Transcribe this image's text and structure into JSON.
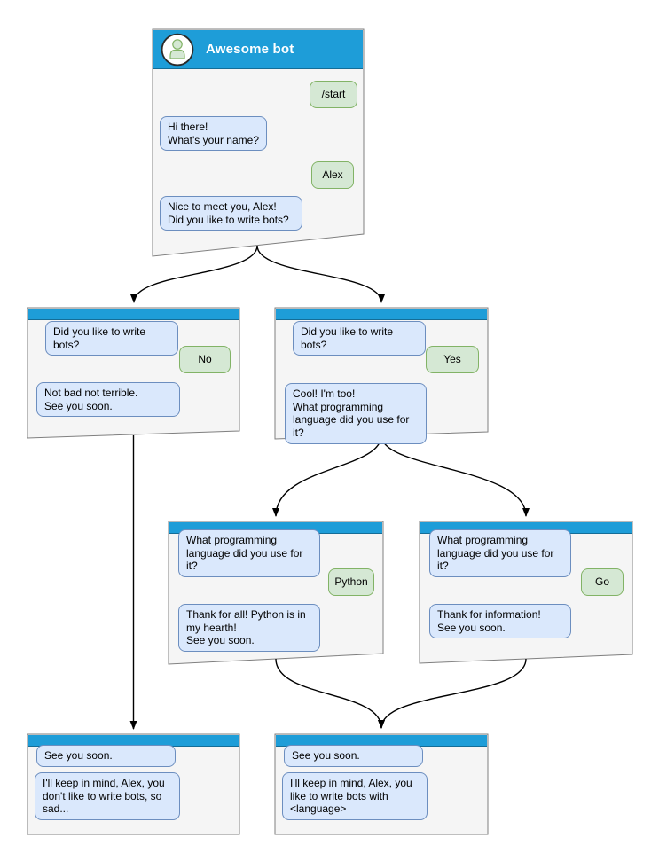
{
  "colors": {
    "accent": "#1e9dd8",
    "window_fill": "#f5f5f5",
    "window_border": "#7f7f7f",
    "bot_bubble_fill": "#dae8fc",
    "bot_bubble_border": "#6c8ebf",
    "user_bubble_fill": "#d5e8d4",
    "user_bubble_border": "#82b366",
    "edge": "#000000",
    "title_text": "#ffffff"
  },
  "windows": [
    {
      "title": "Awesome bot",
      "avatar_icon": "person-icon",
      "messages": [
        {
          "side": "user",
          "text": "/start"
        },
        {
          "side": "bot",
          "text": "Hi there!\nWhat's your name?"
        },
        {
          "side": "user",
          "text": "Alex"
        },
        {
          "side": "bot",
          "text": "Nice to meet you, Alex!\nDid you like to write bots?"
        }
      ]
    },
    {
      "messages": [
        {
          "side": "bot",
          "text": "Did you like to write bots?"
        },
        {
          "side": "user",
          "text": "No"
        },
        {
          "side": "bot",
          "text": "Not bad not terrible.\nSee you soon."
        }
      ]
    },
    {
      "messages": [
        {
          "side": "bot",
          "text": "Did you like to write bots?"
        },
        {
          "side": "user",
          "text": "Yes"
        },
        {
          "side": "bot",
          "text": "Cool! I'm too!\nWhat programming\nlanguage did you use for it?"
        }
      ]
    },
    {
      "messages": [
        {
          "side": "bot",
          "text": "What programming\nlanguage did you use for it?"
        },
        {
          "side": "user",
          "text": "Python"
        },
        {
          "side": "bot",
          "text": "Thank for all! Python is in\nmy hearth!\nSee you soon."
        }
      ]
    },
    {
      "messages": [
        {
          "side": "bot",
          "text": "What programming\nlanguage did you use for it?"
        },
        {
          "side": "user",
          "text": "Go"
        },
        {
          "side": "bot",
          "text": "Thank for information!\nSee you soon."
        }
      ]
    },
    {
      "messages": [
        {
          "side": "bot",
          "text": "See you soon."
        },
        {
          "side": "bot",
          "text": "I'll keep in mind, Alex, you\ndon't like to write bots, so\nsad..."
        }
      ]
    },
    {
      "messages": [
        {
          "side": "bot",
          "text": "See you soon."
        },
        {
          "side": "bot",
          "text": "I'll keep in mind, Alex, you\nlike to write bots with\n<language>"
        }
      ]
    }
  ]
}
